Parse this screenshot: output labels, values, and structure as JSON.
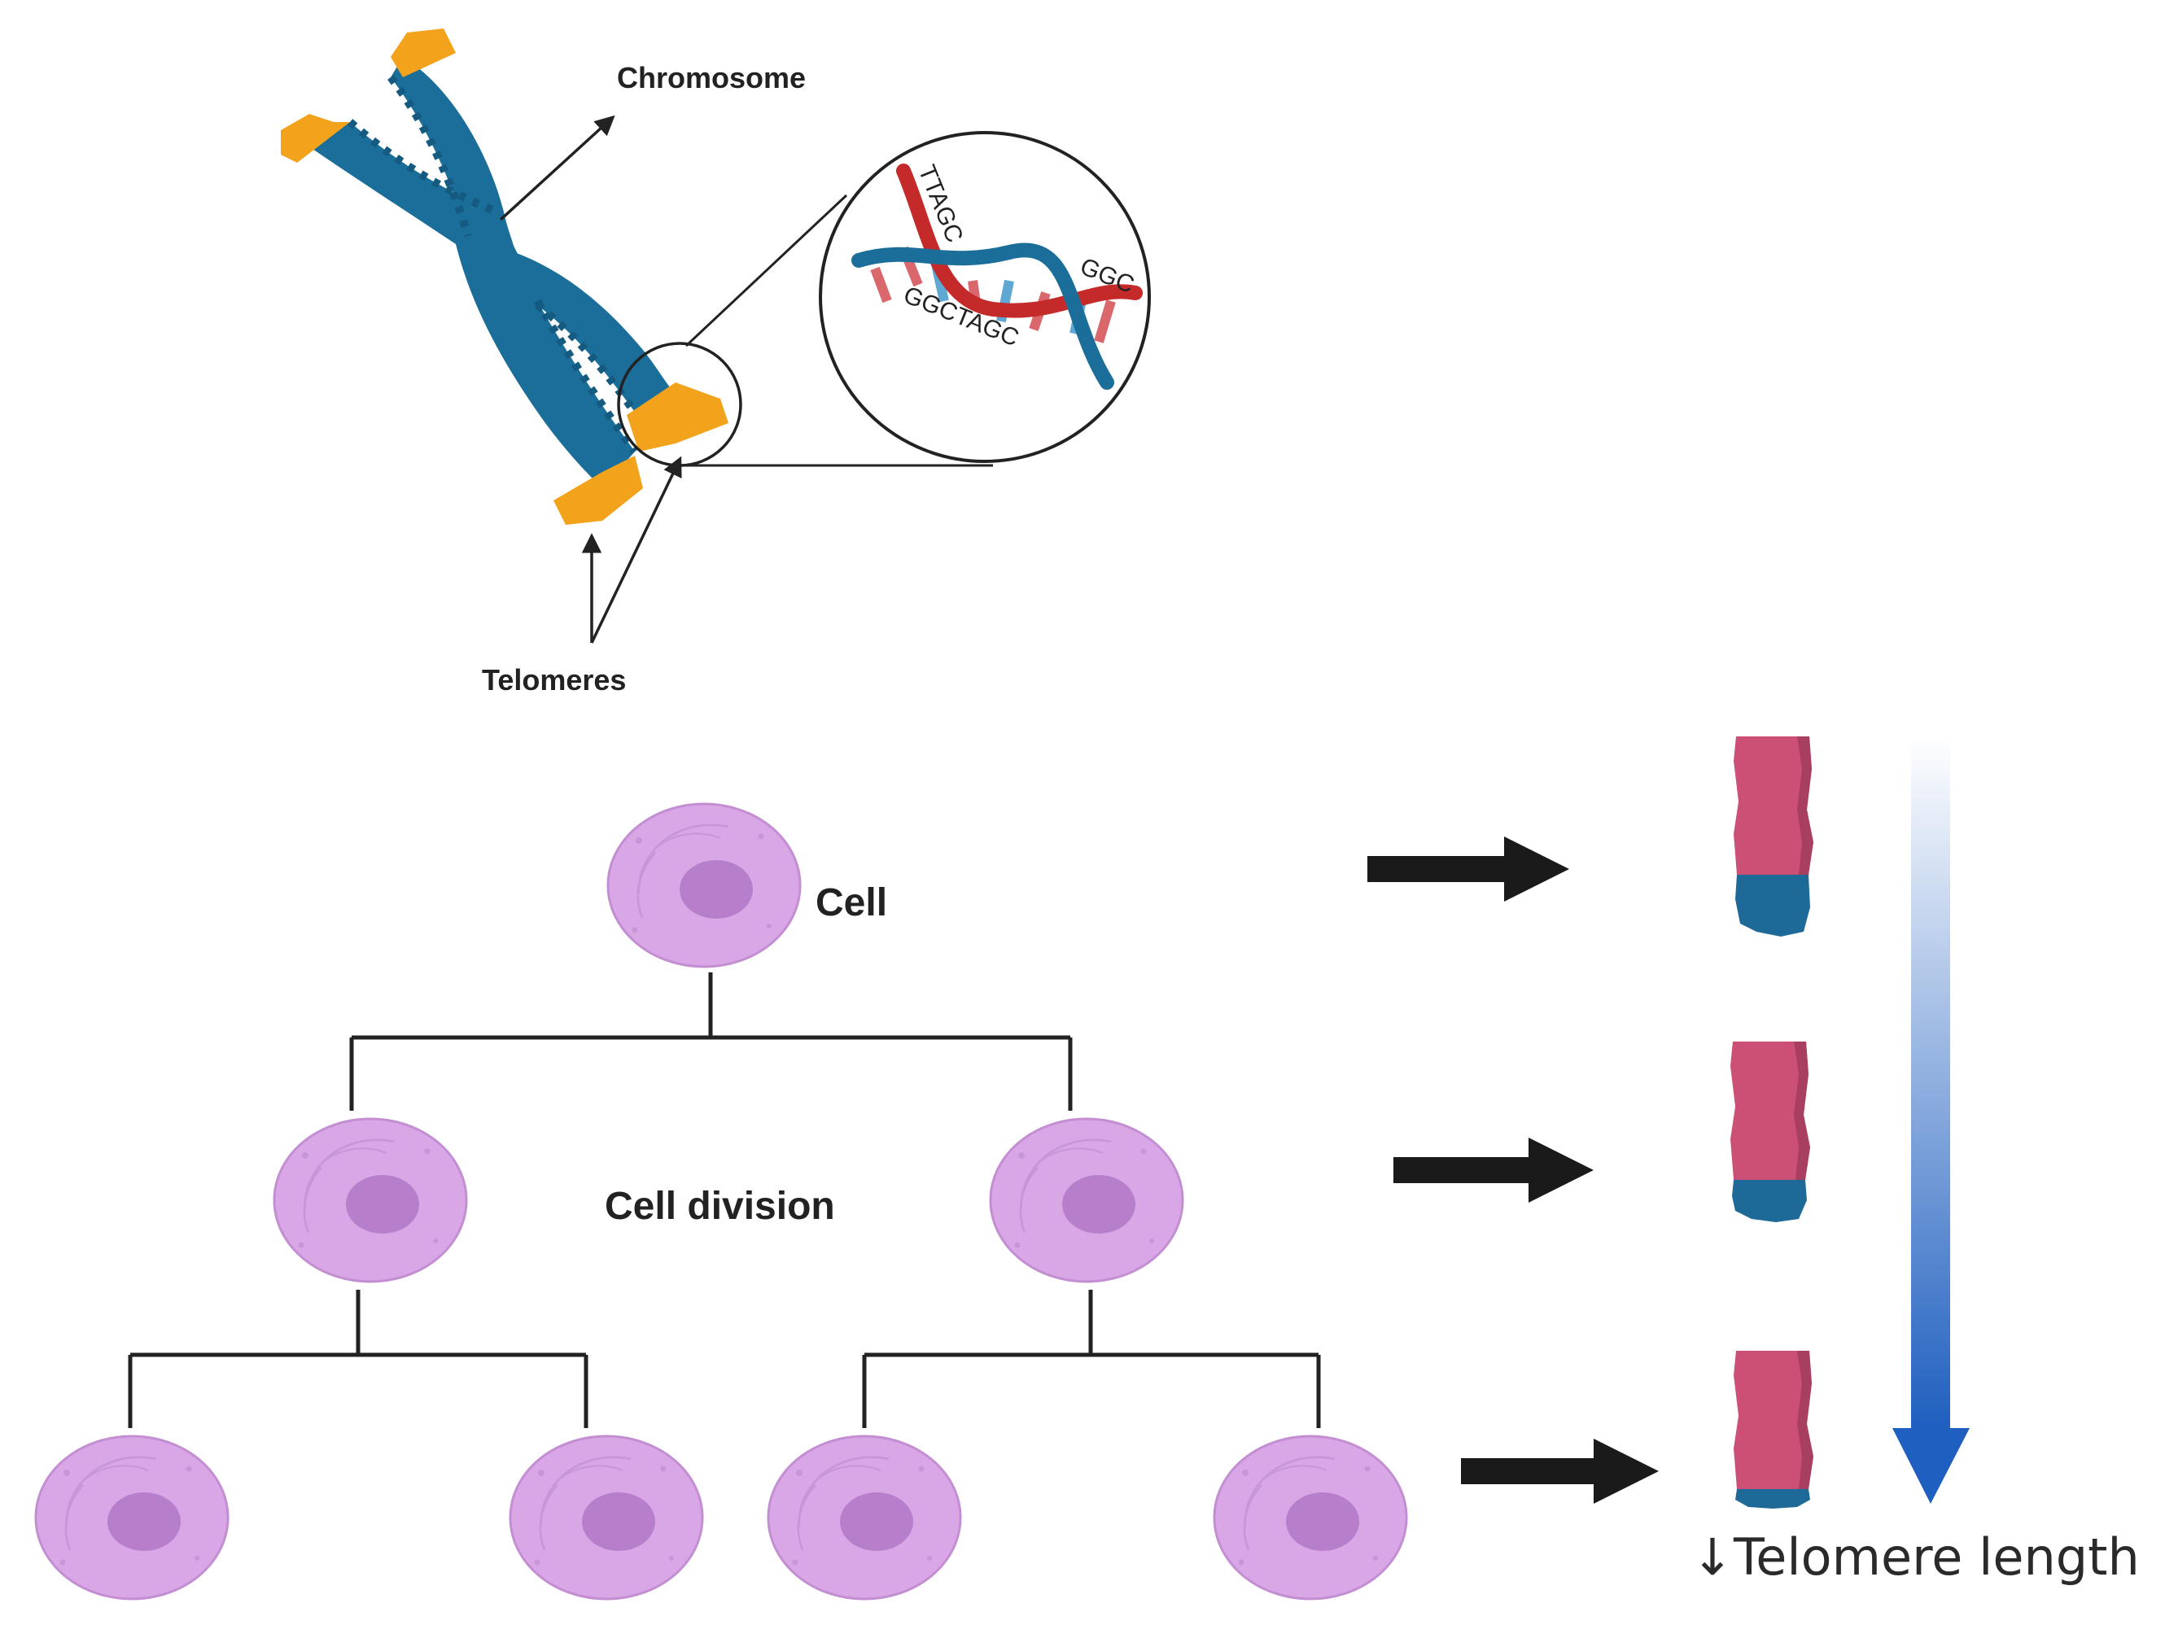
{
  "labels": {
    "chromosome": "Chromosome",
    "telomeres": "Telomeres",
    "cell": "Cell",
    "cell_division": "Cell division",
    "telomere_length": "↓Telomere length"
  },
  "dna_sequences": {
    "seq_top": "TTAGC",
    "seq_right": "GGC",
    "seq_bottom": "GGCTAGC"
  },
  "colors": {
    "chromosome_blue": "#1b6e9a",
    "chromosome_dark": "#155a80",
    "telomere_orange": "#f2a31b",
    "cell_membrane": "#d9a7e6",
    "cell_outline": "#c38ed2",
    "nucleus": "#b77fcb",
    "telomere_pink": "#cc5075",
    "telomere_pink_dark": "#a83f60",
    "telomere_cap_blue": "#1d6a98",
    "dna_red": "#c42a2a",
    "dna_blue": "#1b6e9a",
    "arrow_black": "#1a1a1a",
    "gradient_top": "#ffffff",
    "gradient_bottom": "#1f5fbf"
  }
}
